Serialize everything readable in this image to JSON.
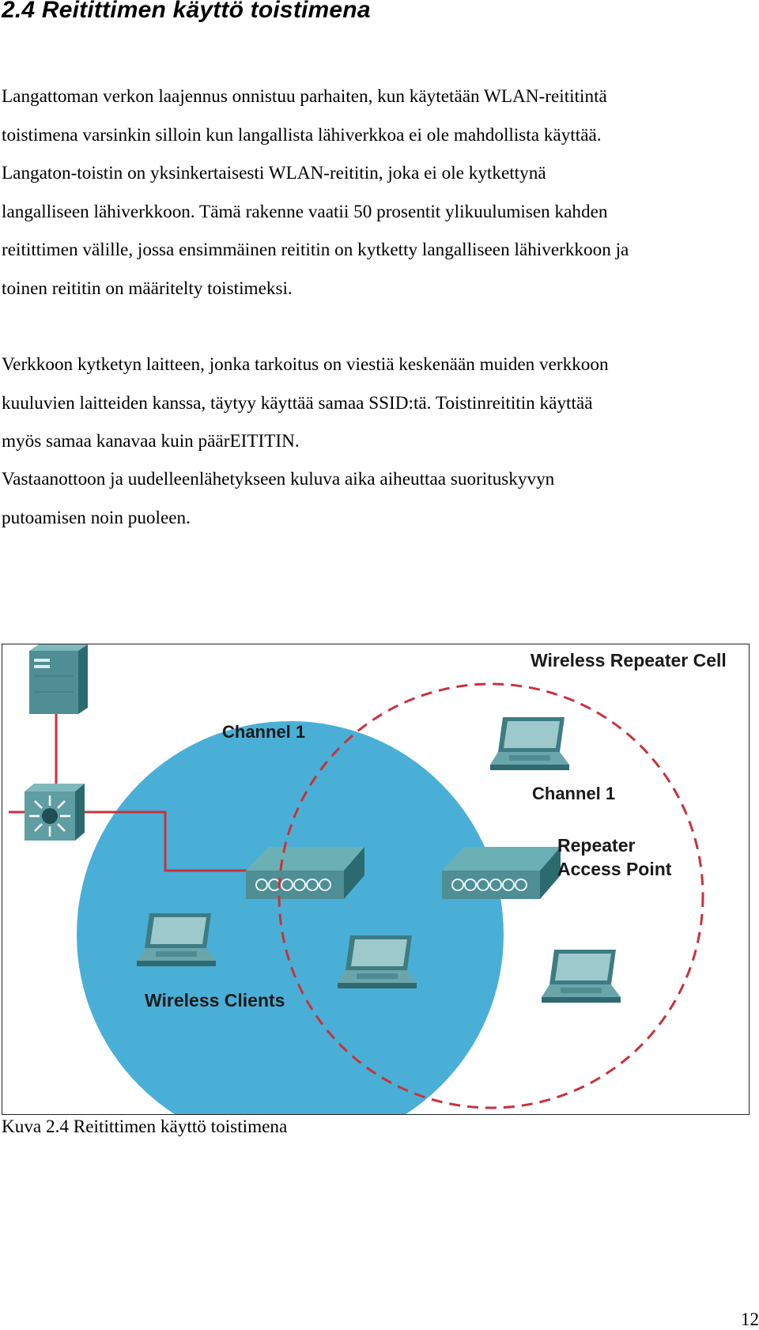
{
  "heading": "2.4 Reitittimen käyttö toistimena",
  "paragraph1": {
    "lines": [
      "Langattoman verkon laajennus onnistuu parhaiten, kun käytetään WLAN-reititintä",
      "toistimena varsinkin silloin kun langallista lähiverkkoa ei ole mahdollista käyttää.",
      "Langaton-toistin on yksinkertaisesti WLAN-reititin, joka ei ole kytkettynä",
      "langalliseen lähiverkkoon. Tämä rakenne vaatii 50 prosentit ylikuulumisen kahden",
      "reitittimen välille, jossa ensimmäinen reititin on kytketty langalliseen lähiverkkoon ja",
      "toinen reititin on määritelty toistimeksi."
    ]
  },
  "paragraph2": {
    "lines": [
      "Verkkoon kytketyn laitteen, jonka tarkoitus on viestiä keskenään muiden verkkoon",
      "kuuluvien laitteiden kanssa, täytyy käyttää samaa SSID:tä. Toistinreititin käyttää",
      "myös samaa kanavaa kuin päärEITITIN."
    ]
  },
  "paragraph3": {
    "lines": [
      "Vastaanottoon ja uudelleenlähetykseen kuluva aika aiheuttaa suorituskyvyn",
      "putoamisen noin puoleen."
    ]
  },
  "figure": {
    "labels": {
      "repeater_cell": "Wireless Repeater Cell",
      "channel_left": "Channel 1",
      "channel_right": "Channel 1",
      "repeater_ap_line1": "Repeater",
      "repeater_ap_line2": "Access Point",
      "clients": "Wireless Clients"
    },
    "icons": [
      "server-icon",
      "switch-icon",
      "access-point-icon",
      "repeater-access-point-icon",
      "laptop-icon"
    ],
    "colors": {
      "cell_fill": "#4AAFD6",
      "dashed_circle": "#C8323C",
      "wire": "#C8323C",
      "device": "#4E8E94"
    }
  },
  "caption": "Kuva 2.4 Reitittimen käyttö toistimena",
  "page_number": "12"
}
